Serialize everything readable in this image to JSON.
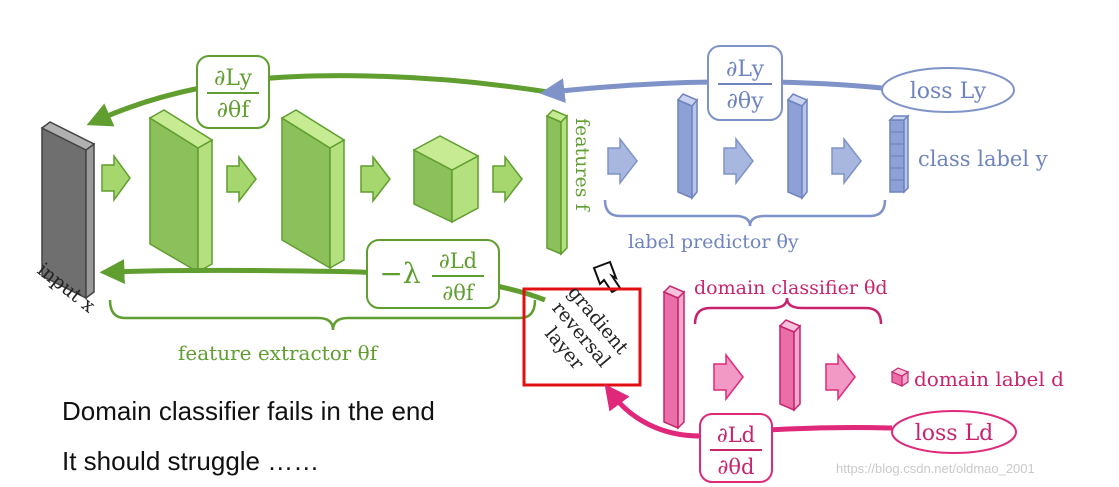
{
  "colors": {
    "green": "#5f9e2f",
    "green_fill": "#a6d66e",
    "blue": "#7f93c9",
    "blue_fill": "#a8b7e0",
    "pink": "#e0287a",
    "pink_fill": "#f29ac5",
    "red_box": "#e01010",
    "gray_input": "#777777"
  },
  "labels": {
    "input": "input x",
    "features": "features f",
    "class_label": "class label y",
    "label_predictor": "label predictor θy",
    "domain_classifier": "domain classifier θd",
    "domain_label": "domain label d",
    "feature_extractor": "feature extractor θf",
    "grl_line1": "gradient",
    "grl_line2": "reversal",
    "grl_line3": "layer",
    "loss_y": "loss Ly",
    "loss_d": "loss Ld"
  },
  "gradients": {
    "dLy_dthetaf_num": "∂Ly",
    "dLy_dthetaf_den": "∂θf",
    "dLy_dthetay_num": "∂Ly",
    "dLy_dthetay_den": "∂θy",
    "dLd_dthetaf_prefix": "−λ",
    "dLd_dthetaf_num": "∂Ld",
    "dLd_dthetaf_den": "∂θf",
    "dLd_dthetad_num": "∂Ld",
    "dLd_dthetad_den": "∂θd"
  },
  "notes": {
    "line1": "Domain classifier fails in the end",
    "line2": "It should struggle ……"
  },
  "watermark": "https://blog.csdn.net/oldmao_2001"
}
